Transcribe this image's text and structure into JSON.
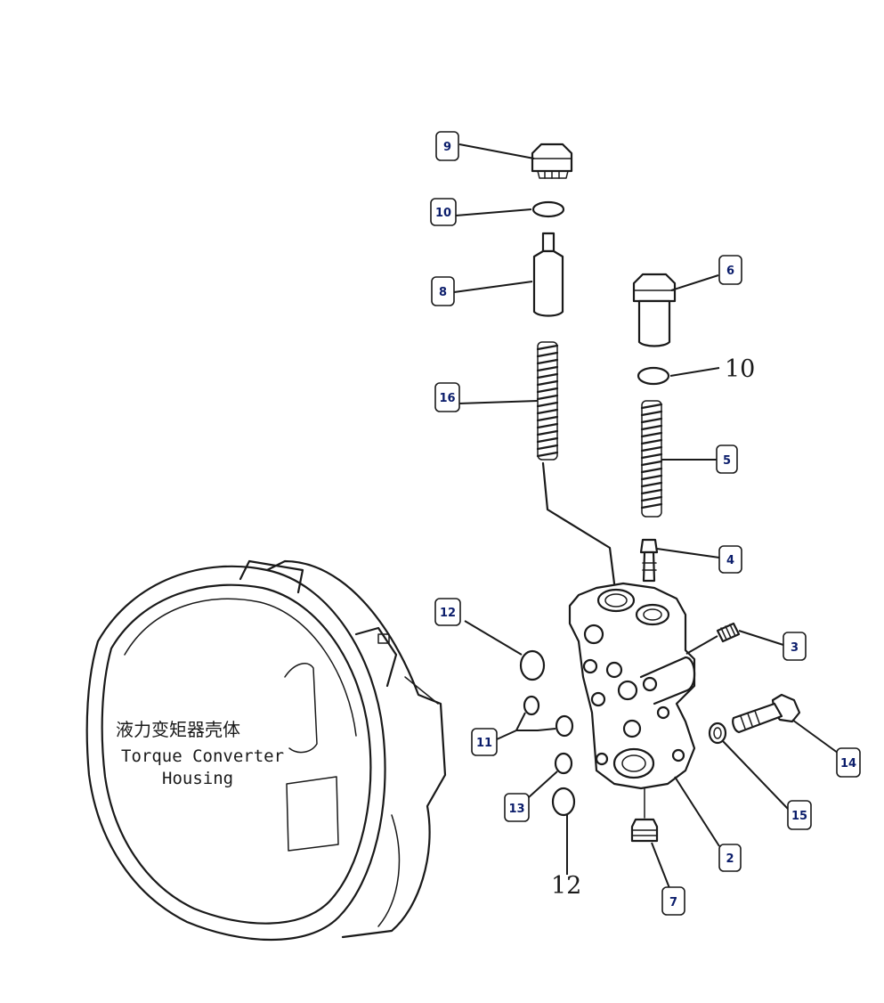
{
  "colors": {
    "line": "#1a1a1a",
    "callout_text": "#0b1d6b",
    "background": "#ffffff"
  },
  "housing": {
    "label_cn": "液力变矩器壳体",
    "label_en_line1": "Torque Converter",
    "label_en_line2": "Housing"
  },
  "callouts": {
    "c9": "9",
    "c10": "10",
    "c8": "8",
    "c16": "16",
    "c6": "6",
    "c5": "5",
    "c4": "4",
    "c12": "12",
    "c3": "3",
    "c11": "11",
    "c14": "14",
    "c13": "13",
    "c15": "15",
    "c2": "2",
    "c7": "7"
  },
  "plain_labels": {
    "p10": "10",
    "p12": "12"
  }
}
